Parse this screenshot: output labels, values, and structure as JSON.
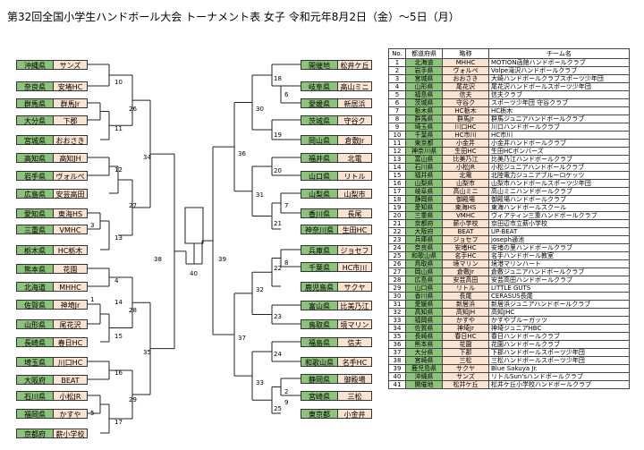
{
  "title": "第32回全国小学生ハンドボール大会 トーナメント表 女子 令和元年8月2日（金）～5日（月）",
  "left_teams": [
    {
      "pref": "沖縄県",
      "name": "サンズ"
    },
    {
      "pref": "奈良県",
      "name": "安堵HC"
    },
    {
      "pref": "群馬県",
      "name": "群馬Jr"
    },
    {
      "pref": "大分県",
      "name": "下郡"
    },
    {
      "pref": "宮城県",
      "name": "おおさき"
    },
    {
      "pref": "高知県",
      "name": "高知JH"
    },
    {
      "pref": "岩手県",
      "name": "ヴォルペ"
    },
    {
      "pref": "広島県",
      "name": "安芸高田"
    },
    {
      "pref": "愛知県",
      "name": "東海HS"
    },
    {
      "pref": "三重県",
      "name": "VMHC"
    },
    {
      "pref": "栃木県",
      "name": "HC栃木"
    },
    {
      "pref": "熊本県",
      "name": "花園"
    },
    {
      "pref": "北海道",
      "name": "MHHC"
    },
    {
      "pref": "佐賀県",
      "name": "神埼Jr"
    },
    {
      "pref": "山形県",
      "name": "尾花沢"
    },
    {
      "pref": "長崎県",
      "name": "春日HC"
    },
    {
      "pref": "埼玉県",
      "name": "川口HC"
    },
    {
      "pref": "大阪府",
      "name": "BEAT"
    },
    {
      "pref": "石川県",
      "name": "小松JR"
    },
    {
      "pref": "福岡県",
      "name": "かすや"
    },
    {
      "pref": "京都府",
      "name": "薪小学校"
    }
  ],
  "right_teams": [
    {
      "pref": "開催地",
      "name": "松井ケ丘"
    },
    {
      "pref": "岐阜県",
      "name": "高山ミニ"
    },
    {
      "pref": "愛媛県",
      "name": "新居浜"
    },
    {
      "pref": "茨城県",
      "name": "守谷ク"
    },
    {
      "pref": "岡山県",
      "name": "倉敷Jr"
    },
    {
      "pref": "福井県",
      "name": "北電"
    },
    {
      "pref": "山口県",
      "name": "リトル"
    },
    {
      "pref": "山梨県",
      "name": "山梨市"
    },
    {
      "pref": "香川県",
      "name": "長尾"
    },
    {
      "pref": "神奈川県",
      "name": "生田HC"
    },
    {
      "pref": "兵庫県",
      "name": "ジョセフ"
    },
    {
      "pref": "千葉県",
      "name": "HC市川"
    },
    {
      "pref": "鹿児島県",
      "name": "サクヤ"
    },
    {
      "pref": "富山県",
      "name": "比美乃江"
    },
    {
      "pref": "鳥取県",
      "name": "境マリン"
    },
    {
      "pref": "福島県",
      "name": "信夫"
    },
    {
      "pref": "和歌山県",
      "name": "名手HC"
    },
    {
      "pref": "静岡県",
      "name": "御殿場"
    },
    {
      "pref": "宮崎県",
      "name": "三松"
    },
    {
      "pref": "東京都",
      "name": "小金井"
    }
  ],
  "match_numbers": [
    "10",
    "26",
    "11",
    "12",
    "27",
    "34",
    "13",
    "3",
    "38",
    "40",
    "39",
    "4",
    "14",
    "28",
    "1",
    "15",
    "35",
    "16",
    "29",
    "17",
    "5",
    "18",
    "6",
    "30",
    "19",
    "36",
    "20",
    "31",
    "7",
    "21",
    "8",
    "22",
    "32",
    "9",
    "23",
    "37",
    "24",
    "33",
    "2",
    "25"
  ],
  "table": {
    "headers": [
      "No.",
      "都道府県",
      "略称",
      "チーム名"
    ],
    "rows": [
      [
        "1",
        "北海道",
        "MHHC",
        "MOTION函館ハンドボールクラブ"
      ],
      [
        "2",
        "岩手県",
        "ヴォルペ",
        "Volpe滝沢ハンドボールクラブ"
      ],
      [
        "3",
        "宮城県",
        "おおさき",
        "大崎ハンドボールクラブスポーツ少年団"
      ],
      [
        "4",
        "山形県",
        "尾花沢",
        "尾花沢ハンドボールスポーツ少年団"
      ],
      [
        "5",
        "福島県",
        "信夫",
        "信夫クラブ"
      ],
      [
        "6",
        "茨城県",
        "守谷ク",
        "スポーツ少年団 守谷クラブ"
      ],
      [
        "7",
        "栃木県",
        "HC栃木",
        "HC栃木"
      ],
      [
        "8",
        "群馬県",
        "群馬Jr",
        "群馬ジュニアハンドボールクラブ"
      ],
      [
        "9",
        "埼玉県",
        "川口HC",
        "川口ハンドボールクラブ"
      ],
      [
        "10",
        "千葉県",
        "HC市川",
        "HC市川"
      ],
      [
        "11",
        "東京都",
        "小金井",
        "小金井ハンドボールクラブ"
      ],
      [
        "12",
        "神奈川県",
        "生田HC",
        "生田HCボンバーズ"
      ],
      [
        "13",
        "富山県",
        "比美乃江",
        "比美乃江ハンドボールクラブ"
      ],
      [
        "14",
        "石川県",
        "小松JR",
        "小松ジュニアハンドボールクラブ"
      ],
      [
        "15",
        "福井県",
        "北電",
        "北陸電力ジュニアブルーロケッツ"
      ],
      [
        "16",
        "山梨県",
        "山梨市",
        "山梨市ハンドボールスポーツ少年団"
      ],
      [
        "17",
        "岐阜県",
        "高山ミニ",
        "高山ミニハンドボールクラブ"
      ],
      [
        "18",
        "静岡県",
        "御殿場",
        "御殿場ハンドボールクラブ"
      ],
      [
        "19",
        "愛知県",
        "東海HS",
        "東海ハンドボールスクール"
      ],
      [
        "20",
        "三重県",
        "VMHC",
        "ヴィアティン三重ハンドボールクラブ"
      ],
      [
        "21",
        "京都府",
        "薪小学校",
        "京田辺市立薪小学校"
      ],
      [
        "22",
        "大阪府",
        "BEAT",
        "UP-BEAT"
      ],
      [
        "23",
        "兵庫県",
        "ジョセフ",
        "joseph通池"
      ],
      [
        "24",
        "奈良県",
        "安堵HC",
        "安堵の里ハンドボールクラブ"
      ],
      [
        "25",
        "和歌山県",
        "名手HC",
        "名手ハンドボール教室"
      ],
      [
        "26",
        "鳥取県",
        "境マリン",
        "境港マリンハート"
      ],
      [
        "27",
        "岡山県",
        "倉敷Jr",
        "倉敷ジュニアハンドボールクラブ"
      ],
      [
        "28",
        "広島県",
        "安芸高田",
        "安芸高田ハンドボールクラブ"
      ],
      [
        "29",
        "山口県",
        "リトル",
        "LITTLE GUTS"
      ],
      [
        "30",
        "香川県",
        "長尾",
        "CERASUS長尾"
      ],
      [
        "31",
        "愛媛県",
        "新居浜",
        "新居浜ジュニアハンドボールクラブ"
      ],
      [
        "32",
        "高知県",
        "高知JH",
        "高知JHC"
      ],
      [
        "33",
        "福岡県",
        "かすや",
        "かすやブルーガッツ"
      ],
      [
        "34",
        "佐賀県",
        "神埼Jr",
        "神埼ジュニアHBC"
      ],
      [
        "35",
        "長崎県",
        "春日HC",
        "春日ハンドボールクラブ"
      ],
      [
        "36",
        "熊本県",
        "花園",
        "花園ハンドボールクラブ"
      ],
      [
        "37",
        "大分県",
        "下郡",
        "下郡ハンドボールスポーツ少年団"
      ],
      [
        "38",
        "宮崎県",
        "三松",
        "三松ハンドボールスポーツ少年団"
      ],
      [
        "39",
        "鹿児島県",
        "サクヤ",
        "Blue Sakuya Jr."
      ],
      [
        "40",
        "沖縄県",
        "サンズ",
        "リトルSun'sハンドボールクラブ"
      ],
      [
        "41",
        "開催地",
        "松井ケ丘",
        "松井ケ丘小学校ハンドボールクラブ"
      ]
    ]
  }
}
